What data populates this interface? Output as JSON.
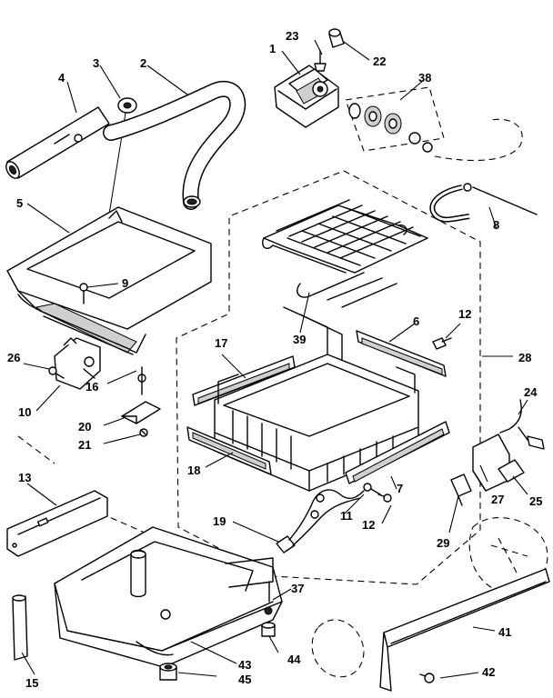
{
  "labels": {
    "p1": "1",
    "p2": "2",
    "p3": "3",
    "p4": "4",
    "p5": "5",
    "p6": "6",
    "p7": "7",
    "p8": "8",
    "p9": "9",
    "p10": "10",
    "p11": "11",
    "p12a": "12",
    "p12b": "12",
    "p13": "13",
    "p15": "15",
    "p16": "16",
    "p17": "17",
    "p18": "18",
    "p19": "19",
    "p20": "20",
    "p21": "21",
    "p22": "22",
    "p23": "23",
    "p24": "24",
    "p25": "25",
    "p26": "26",
    "p27": "27",
    "p28": "28",
    "p29": "29",
    "p37": "37",
    "p38": "38",
    "p39": "39",
    "p41": "41",
    "p42": "42",
    "p43": "43",
    "p44": "44",
    "p45": "45"
  }
}
